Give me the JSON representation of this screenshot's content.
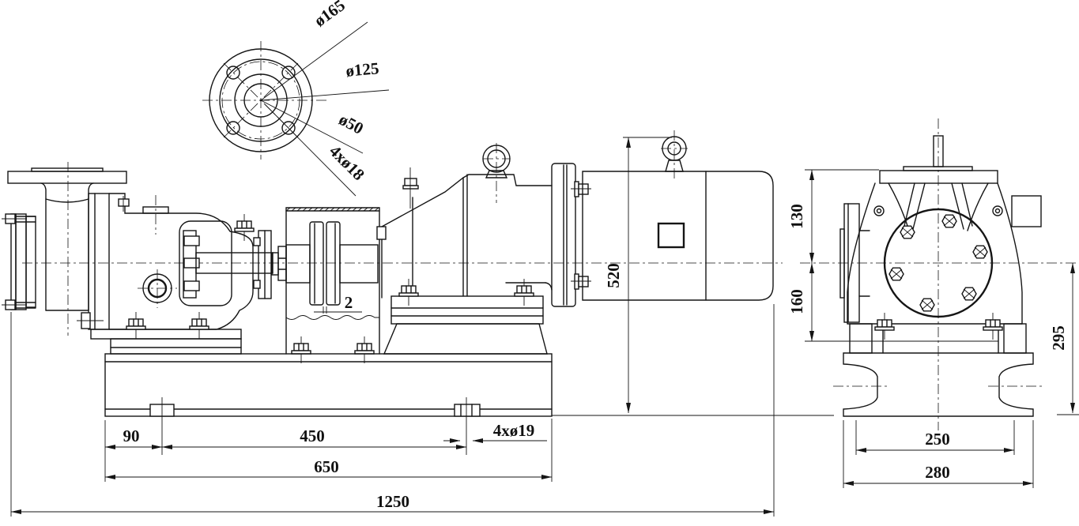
{
  "drawing": {
    "background": "#ffffff",
    "ink": "#151515",
    "flange_detail": {
      "outer_diameter": "ø165",
      "bolt_circle": "ø125",
      "bore": "ø50",
      "bolt_holes": "4xø18"
    },
    "side_view": {
      "coupling_gap": "2",
      "motor_top_height": "520",
      "foot_hole_offset": "90",
      "foot_hole_spacing": "450",
      "baseplate_length": "650",
      "overall_length": "1250",
      "anchor_holes": "4xø19"
    },
    "end_view": {
      "axis_to_flange_top": "130",
      "axis_to_mount_face": "160",
      "axis_to_base_bottom": "295",
      "base_hole_spacing": "250",
      "base_width": "280"
    }
  }
}
